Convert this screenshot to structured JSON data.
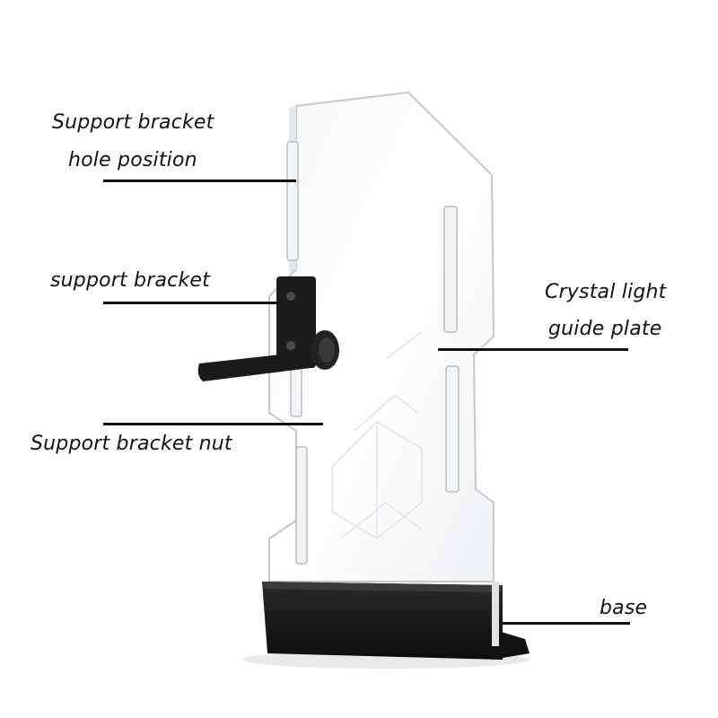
{
  "labels": {
    "hole_position_line1": "Support bracket",
    "hole_position_line2": "hole position",
    "support_bracket": "support bracket",
    "bracket_nut": "Support bracket nut",
    "light_plate_line1": "Crystal light",
    "light_plate_line2": "guide plate",
    "base": "base"
  },
  "colors": {
    "text": "#111111",
    "leader_line": "#111111",
    "acrylic_edge": "#c9ced3",
    "bracket": "#1c1c1c",
    "base": "#151515"
  }
}
